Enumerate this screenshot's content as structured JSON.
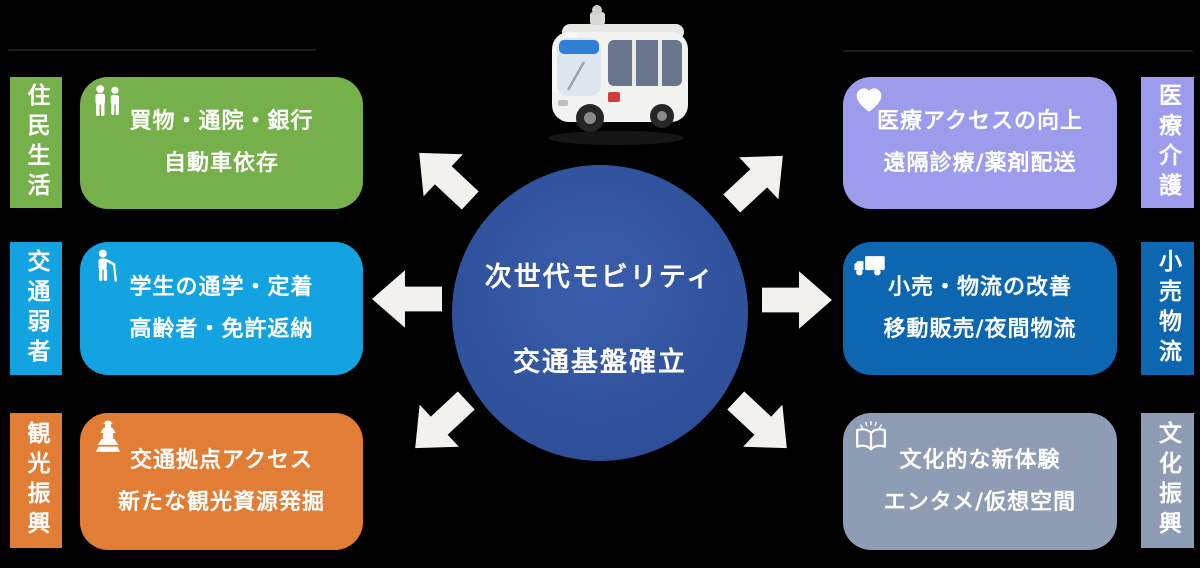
{
  "background_color": "#000000",
  "center": {
    "line1": "次世代モビリティ",
    "line2": "交通基盤確立",
    "color": "#31539e",
    "text_color": "#ffffff"
  },
  "bus_image": {
    "name": "autonomous-shuttle-bus-photo",
    "body_color": "#f2f2f0"
  },
  "arrow_color": "#f2f1ee",
  "left_groups": [
    {
      "label": "住民生活",
      "color": "#76b04a",
      "line1": "買物・通院・銀行",
      "line2": "自動車依存",
      "icon": "people-icon"
    },
    {
      "label": "交通弱者",
      "color": "#14a3e1",
      "line1": "学生の通学・定着",
      "line2": "高齢者・免許返納",
      "icon": "elderly-person-icon"
    },
    {
      "label": "観光振興",
      "color": "#e17d35",
      "line1": "交通拠点アクセス",
      "line2": "新たな観光資源発掘",
      "icon": "castle-icon"
    }
  ],
  "right_groups": [
    {
      "label": "医療介護",
      "color": "#9d9bec",
      "line1": "医療アクセスの向上",
      "line2": "遠隔診療/薬剤配送",
      "icon": "heart-icon"
    },
    {
      "label": "小売物流",
      "color": "#0d66b0",
      "line1": "小売・物流の改善",
      "line2": "移動販売/夜間物流",
      "icon": "truck-icon"
    },
    {
      "label": "文化振興",
      "color": "#8e9cb4",
      "line1": "文化的な新体験",
      "line2": "エンタメ/仮想空間",
      "icon": "open-book-icon"
    }
  ]
}
